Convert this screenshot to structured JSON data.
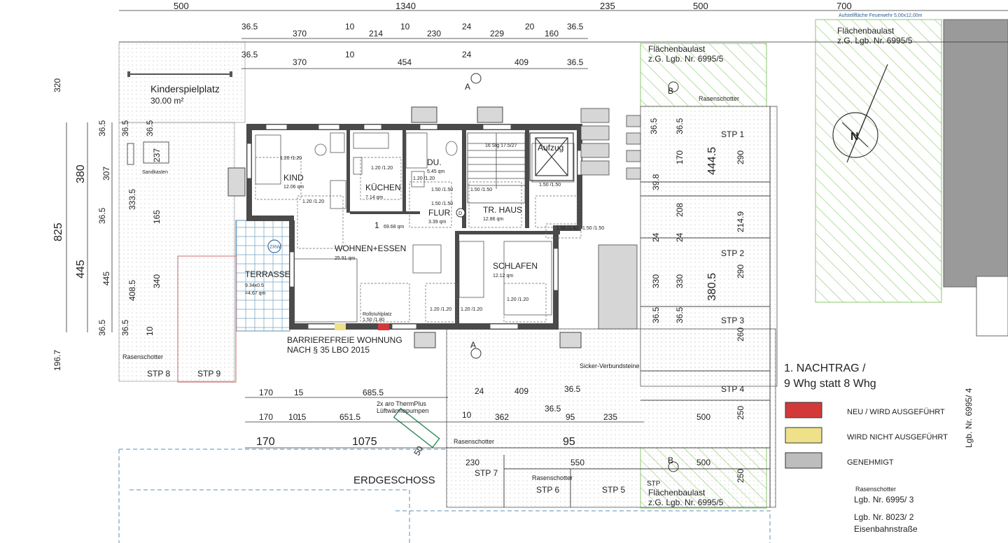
{
  "dims_top": {
    "row0": [
      "500",
      "1340",
      "235",
      "500",
      "700"
    ],
    "row1": [
      "36.5",
      "370",
      "10",
      "214",
      "10",
      "230",
      "24",
      "229",
      "20",
      "160",
      "36.5"
    ],
    "row2": [
      "36.5",
      "370",
      "10",
      "454",
      "24",
      "409",
      "36.5"
    ]
  },
  "dims_left": {
    "total": "825",
    "a": "380",
    "b": "445",
    "c": "320",
    "d": "196.7",
    "e": "36.5",
    "f": "307",
    "g": "36.5",
    "h": "10",
    "i": "445",
    "j": "36.5",
    "k": "333.5",
    "l": "10",
    "m": "408.5",
    "n": "36.5",
    "o": "36.5",
    "p": "237",
    "q": "165",
    "r": "340",
    "s": "36.5"
  },
  "dims_right": {
    "v1": "444.5",
    "v2": "380.5",
    "v3": "36.5",
    "v4": "170",
    "v5": "290",
    "v6": "208",
    "v7": "214.9",
    "v8": "330",
    "v9": "330",
    "v10": "290",
    "v11": "36.5",
    "v12": "36.5",
    "v13": "260",
    "v14": "250",
    "v15": "250",
    "v16": "36.5",
    "v17": "24",
    "v18": "24",
    "v19": "39.8"
  },
  "dims_bottom": {
    "r1": [
      "170",
      "15",
      "685.5"
    ],
    "r2": [
      "24",
      "409",
      "36.5"
    ],
    "r3": [
      "170",
      "10",
      "15",
      "651.5",
      "10",
      "362",
      "36.5",
      "95",
      "235",
      "500"
    ],
    "r4": [
      "170",
      "1075",
      "95"
    ],
    "r5": [
      "230",
      "550",
      "500"
    ],
    "diag": "50"
  },
  "rooms": {
    "kind": {
      "name": "KIND",
      "area": "12.06 qm"
    },
    "kuechen": {
      "name": "KÜCHEN",
      "area": "7.14 qm"
    },
    "du": {
      "name": "DU.",
      "area": "5.45 qm"
    },
    "flur": {
      "name": "FLUR",
      "area": "3.39 qm"
    },
    "trhaus": {
      "name": "TR. HAUS",
      "area": "12.86 qm"
    },
    "wohnen": {
      "name": "WOHNEN+ESSEN",
      "area": "25.91 qm"
    },
    "schlafen": {
      "name": "SCHLAFEN",
      "area": "12.12 qm"
    },
    "terrasse": {
      "name": "TERRASSE",
      "calc": "9.34x0.5",
      "area": "=4.67 qm"
    },
    "aufzug": "Aufzug",
    "unit_no": "1",
    "unit_area": "69.68 qm",
    "stair": "16 Stg 17.5/27",
    "zrw": "ZRW",
    "d_mark": "D"
  },
  "furniture_tags": {
    "t120": "1.20 /1.20",
    "t150": "1.50 /1.50",
    "rollstuhl": "Rollstuhlplatz",
    "rollstuhl_dim": "1.50 /1.80"
  },
  "labels": {
    "kinderspiel": "Kinderspielplatz",
    "kinderspiel_area": "30.00 m²",
    "sandkasten": "Sandkasten",
    "barrierefrei_1": "BARRIEREFREIE WOHNUNG",
    "barrierefrei_2": "NACH § 35 LBO 2015",
    "erdgeschoss": "ERDGESCHOSS",
    "sicker": "Sicker-Verbundsteine",
    "waerme_1": "2x aro ThermPlus",
    "waerme_2": "Lüftwärmepumpen",
    "nachtrag_1": "1. NACHTRAG /",
    "nachtrag_2": "9 Whg statt 8 Whg",
    "feuerwehr": "Aufstellfläche Feuerwehr 5,00x12,00m",
    "flaechen_1a": "Flächenbaulast",
    "flaechen_1b": "z.G. Lgb. Nr. 6995/5",
    "flaechen_2a": "Flächenbaulast",
    "flaechen_2b": "z.G. Lgb. Nr. 6995/5",
    "flaechen_3a": "Flächenbaulast",
    "flaechen_3b": "z.G. Lgb. Nr. 6995/5",
    "lgb_6995_4": "Lgb. Nr. 6995/ 4",
    "lgb_6995_3": "Lgb. Nr. 6995/ 3",
    "lgb_8023": "Lgb. Nr. 8023/ 2",
    "eisenbahn": "Eisenbahnstraße",
    "rasenschotter": "Rasenschotter",
    "sec_a": "A",
    "sec_b": "B",
    "north": "N"
  },
  "parking": [
    "STP 1",
    "STP 2",
    "STP 3",
    "STP 4",
    "STP 5",
    "STP 6",
    "STP 7",
    "STP 8",
    "STP 9"
  ],
  "legend": {
    "neu": "NEU / WIRD AUSGEFÜHRT",
    "nicht": "WIRD NICHT AUSGEFÜHRT",
    "genehmigt": "GENEHMIGT"
  },
  "colors": {
    "neu": "#d23a3a",
    "nicht": "#efe08a",
    "genehmigt": "#bdbdbd",
    "hatch": "#88c46a",
    "dashed_blue": "#5e8fb4",
    "red_outline": "#d06a6a",
    "wall": "#3a3a3a"
  }
}
